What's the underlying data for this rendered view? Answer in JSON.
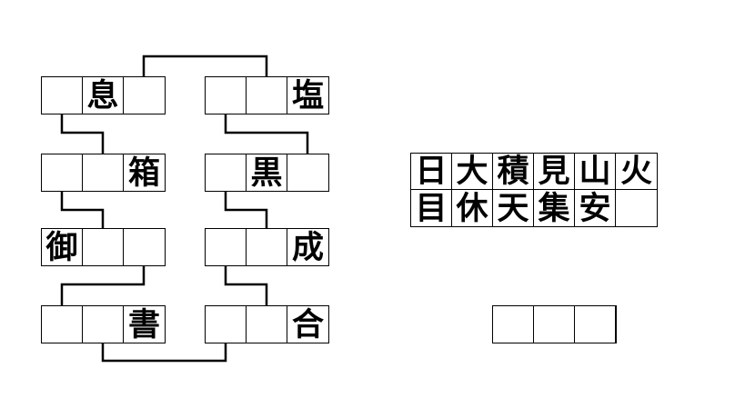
{
  "page": {
    "background_color": "#ffffff",
    "line_color": "#000000"
  },
  "puzzle": {
    "boxes": [
      {
        "id": "L1",
        "cells": [
          "",
          "息",
          ""
        ]
      },
      {
        "id": "R1",
        "cells": [
          "",
          "",
          "塩"
        ]
      },
      {
        "id": "L2",
        "cells": [
          "",
          "",
          "箱"
        ]
      },
      {
        "id": "R2",
        "cells": [
          "",
          "黒",
          ""
        ]
      },
      {
        "id": "L3",
        "cells": [
          "御",
          "",
          ""
        ]
      },
      {
        "id": "R3",
        "cells": [
          "",
          "",
          "成"
        ]
      },
      {
        "id": "L4",
        "cells": [
          "",
          "",
          "書"
        ]
      },
      {
        "id": "R4",
        "cells": [
          "",
          "",
          "合"
        ]
      }
    ],
    "connections": [
      {
        "from": "L1.cell3.top",
        "to": "R1.cell2.top"
      },
      {
        "from": "L1.cell1.bottom",
        "to": "L2.cell2.top"
      },
      {
        "from": "R1.cell1.bottom",
        "to": "R2.cell3.top"
      },
      {
        "from": "L2.cell1.bottom",
        "to": "L3.cell2.top"
      },
      {
        "from": "R2.cell1.bottom",
        "to": "R3.cell2.top"
      },
      {
        "from": "L3.cell3.bottom",
        "to": "L4.cell1.top"
      },
      {
        "from": "R3.cell1.bottom",
        "to": "R4.cell2.top"
      },
      {
        "from": "L4.cell2.bottom",
        "to": "R4.cell1.bottom"
      }
    ]
  },
  "bank": {
    "rows": [
      [
        "日",
        "大",
        "積",
        "見",
        "山",
        "火"
      ],
      [
        "目",
        "休",
        "天",
        "集",
        "安",
        ""
      ]
    ]
  },
  "answer_box": {
    "cells": [
      "",
      "",
      ""
    ]
  }
}
